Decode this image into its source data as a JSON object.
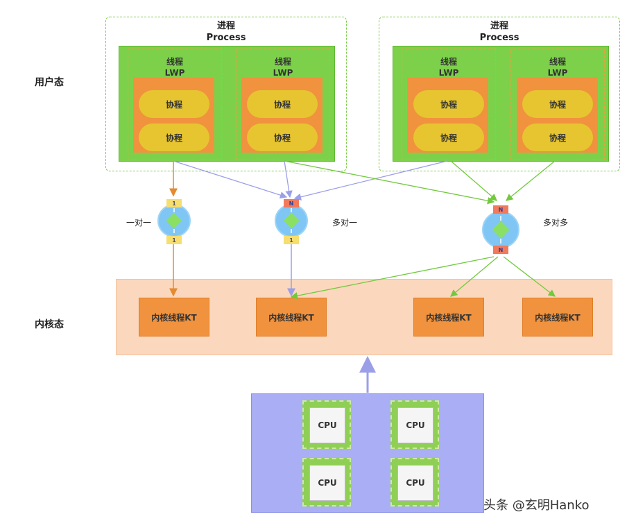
{
  "user_mode_label": "用户态",
  "kernel_mode_label": "内核态",
  "processes": [
    {
      "title_cn": "进程",
      "title_en": "Process",
      "lwps": [
        {
          "title_cn": "线程",
          "title_en": "LWP",
          "coroutines": [
            "协程",
            "协程"
          ]
        },
        {
          "title_cn": "线程",
          "title_en": "LWP",
          "coroutines": [
            "协程",
            "协程"
          ]
        }
      ]
    },
    {
      "title_cn": "进程",
      "title_en": "Process",
      "lwps": [
        {
          "title_cn": "线程",
          "title_en": "LWP",
          "coroutines": [
            "协程",
            "协程"
          ]
        },
        {
          "title_cn": "线程",
          "title_en": "LWP",
          "coroutines": [
            "协程",
            "协程"
          ]
        }
      ]
    }
  ],
  "models": [
    {
      "label": "一对一",
      "top_tag": "1",
      "bottom_tag": "1",
      "color": "#e58a2e"
    },
    {
      "label": "多对一",
      "top_tag": "N",
      "bottom_tag": "1",
      "color": "#9b9fe8"
    },
    {
      "label": "多对多",
      "top_tag": "N",
      "bottom_tag": "N",
      "color": "#72c93e"
    }
  ],
  "kernel_threads": [
    "内核线程KT",
    "内核线程KT",
    "内核线程KT",
    "内核线程KT"
  ],
  "cpus": [
    "CPU",
    "CPU",
    "CPU",
    "CPU"
  ],
  "watermark": "头条 @玄明Hanko",
  "colors": {
    "green": "#7dd14a",
    "orange": "#f0923e",
    "coroutine": "#e6c531",
    "kernel_band": "#fbd8bd",
    "cpu_panel": "#a9aef5"
  }
}
